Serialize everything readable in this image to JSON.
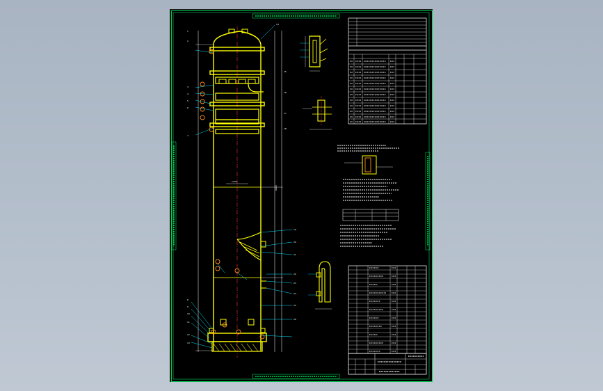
{
  "viewer": {
    "background_top": "#a9b4c2",
    "background_bottom": "#bfc8d3",
    "sheet_background": "#000000"
  },
  "drawing": {
    "colors": {
      "outline": "#ffff00",
      "frame": "#00ff66",
      "dimension": "#ffffff",
      "centerline": "#ff3030",
      "leader": "#00e5ff",
      "callout": "#ff8a1e"
    },
    "balloon_numbers": [
      "1",
      "2",
      "3",
      "4",
      "5",
      "6",
      "7",
      "8",
      "9",
      "10",
      "11",
      "12",
      "13",
      "14",
      "15",
      "16",
      "17",
      "18",
      "19",
      "20",
      "21",
      "22",
      "23",
      "24",
      "25",
      "26"
    ]
  }
}
